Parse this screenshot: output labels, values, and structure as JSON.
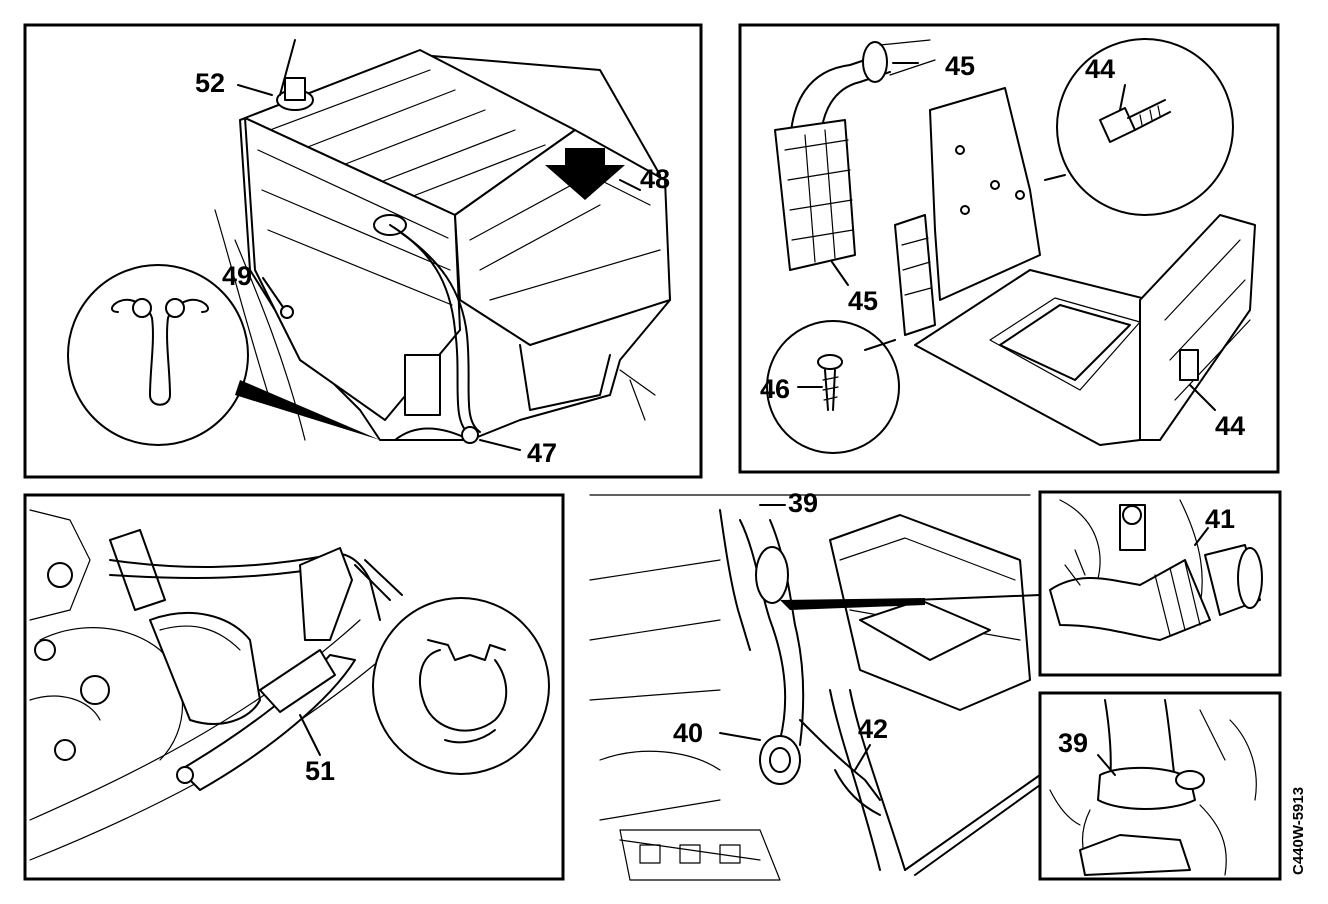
{
  "figure_code": "C440W-5913",
  "callouts": {
    "c52": "52",
    "c48": "48",
    "c49": "49",
    "c47": "47",
    "c45a": "45",
    "c45b": "45",
    "c44a": "44",
    "c44b": "44",
    "c46": "46",
    "c39a": "39",
    "c39b": "39",
    "c40": "40",
    "c41": "41",
    "c42": "42",
    "c51": "51"
  }
}
